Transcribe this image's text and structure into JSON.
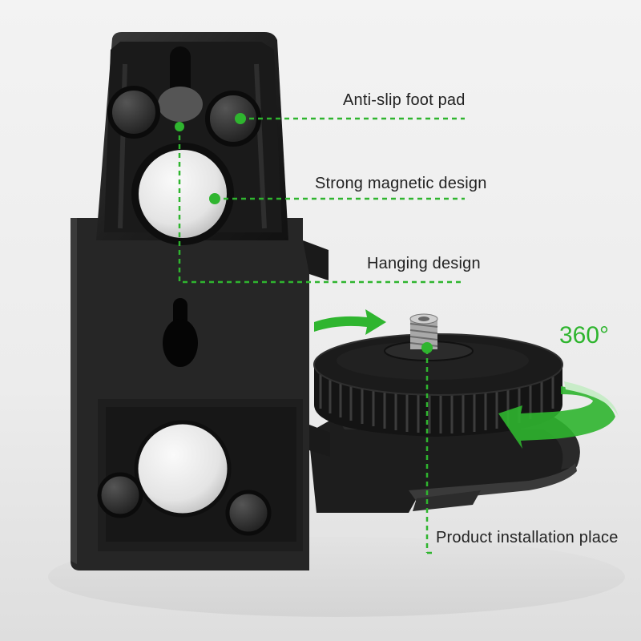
{
  "image": {
    "subject": "laser level magnetic wall bracket with rotating base",
    "colors": {
      "background": "#efefef",
      "bracket": "#1e1e1e",
      "magnet": "#ededed",
      "accent_green": "#2fb52f"
    },
    "icons": [
      "rotate-arrow-icon",
      "callout-dot-icon"
    ]
  },
  "callouts": {
    "anti_slip": "Anti-slip foot pad",
    "magnetic": "Strong magnetic design",
    "hanging": "Hanging design",
    "installation": "Product installation place"
  },
  "rotation_label": "360°"
}
